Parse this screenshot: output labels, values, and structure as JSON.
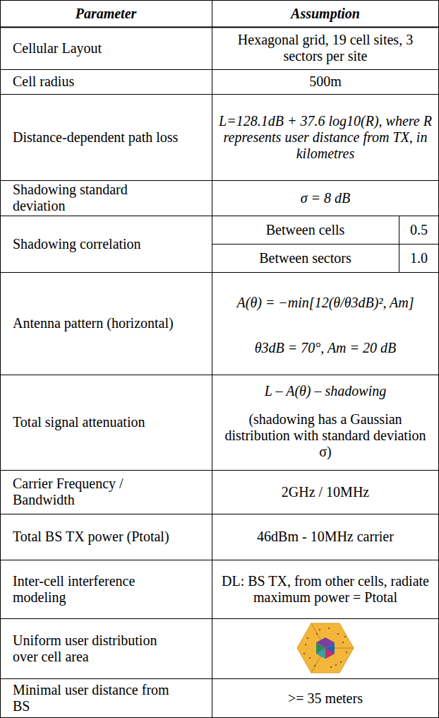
{
  "diagram": {
    "labels": [
      "Parameter",
      "Assumption",
      "Cellular Layout",
      "Hexagonal grid, 19 cell sites, 3 sectors per site",
      "Cell radius",
      "500m",
      "Distance-dependent path loss",
      "L=128.1dB + 37.6 log10(R), where R represents user distance from TX, in kilometres",
      "Shadowing standard deviation",
      "σ = 8 dB",
      "Shadowing correlation",
      "Between cells",
      "0.5",
      "Between sectors",
      "1.0",
      "Antenna pattern (horizontal)",
      "A(θ) = −min[12(θ/θ3dB)², Am]",
      "θ3dB = 70°, Am = 20 dB",
      "Total signal attenuation",
      "L – A(θ) – shadowing",
      "(shadowing has a Gaussian distribution with standard deviation σ)",
      "Carrier Frequency / Bandwidth",
      "2GHz / 10MHz",
      "Total BS TX power (Ptotal)",
      "46dBm - 10MHz carrier",
      "Inter-cell interference modeling",
      "DL: BS TX, from other cells, radiate maximum power = Ptotal",
      "Uniform user distribution over cell area",
      "Minimal user distance from BS",
      ">= 35 meters"
    ]
  }
}
